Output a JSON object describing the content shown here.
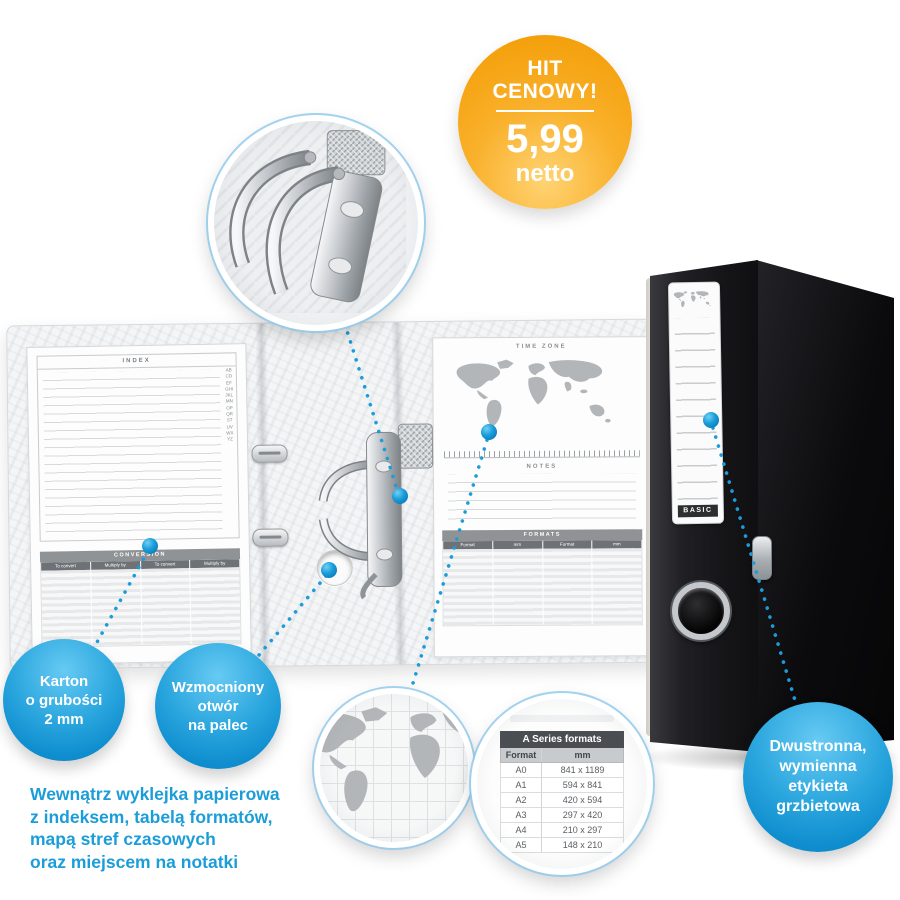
{
  "price_badge": {
    "line1": "HIT",
    "line2": "CENOWY!",
    "price": "5,99",
    "netto": "netto"
  },
  "open_binder": {
    "index_title": "INDEX",
    "index_letters": "ABCDEFGHIJKLMNOPQRSTUVWXYZ",
    "conversion_title": "CONVERSION",
    "conversion_subheaders": [
      "To convert",
      "Multiply by",
      "To convert",
      "Multiply by"
    ],
    "timezone_title": "TIME ZONE",
    "notes_title": "NOTES",
    "formats_title": "FORMATS",
    "formats_subheaders": [
      "Format",
      "mm",
      "Format",
      "mm"
    ]
  },
  "spine_label": {
    "brand": "BASIC"
  },
  "callouts": {
    "cardboard": {
      "lines": [
        "Karton",
        "o grubości",
        "2 mm"
      ]
    },
    "finger_hole": {
      "lines": [
        "Wzmocniony",
        "otwór",
        "na palec"
      ]
    },
    "label": {
      "lines": [
        "Dwustronna,",
        "wymienna",
        "etykieta",
        "grzbietowa"
      ]
    }
  },
  "formats_zoom": {
    "title": "A Series formats",
    "col1": "Format",
    "col2": "mm",
    "rows": [
      {
        "format": "A0",
        "mm": "841 x 1189"
      },
      {
        "format": "A1",
        "mm": "594 x 841"
      },
      {
        "format": "A2",
        "mm": "420 x 594"
      },
      {
        "format": "A3",
        "mm": "297 x 420"
      },
      {
        "format": "A4",
        "mm": "210 x 297"
      },
      {
        "format": "A5",
        "mm": "148 x 210"
      }
    ]
  },
  "bottom_text": {
    "lines": [
      "Wewnątrz wyklejka papierowa",
      "z indeksem, tabelą formatów,",
      "mapą stref czasowych",
      "oraz miejscem na notatki"
    ]
  },
  "colors": {
    "accent_blue": "#1b9dd9",
    "badge_orange_top": "#f29a00",
    "badge_orange_bottom": "#ffd373",
    "binder_black": "#121214"
  }
}
